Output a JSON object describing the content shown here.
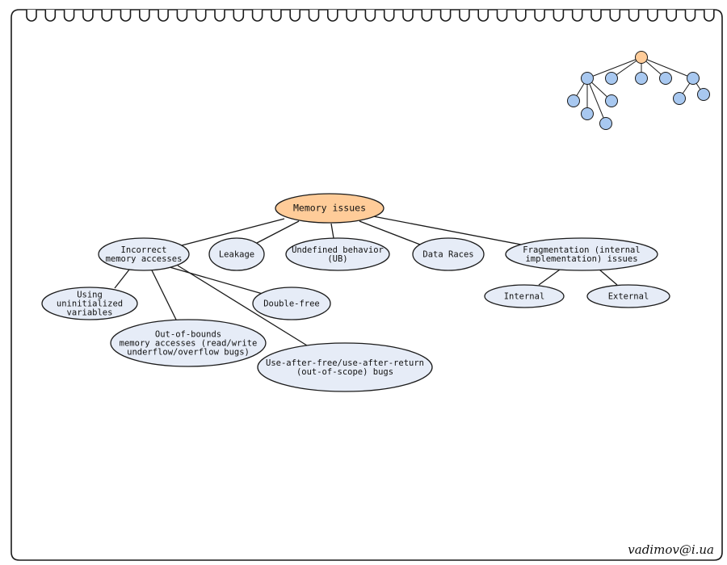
{
  "colors": {
    "root_fill": "#ffcc99",
    "node_fill": "#e6ecf7",
    "stroke": "#1a1a1a",
    "icon_node": "#a8c8f0",
    "icon_root": "#ffcc99"
  },
  "diagram": {
    "root": {
      "id": "memory-issues",
      "lines": [
        "Memory issues"
      ]
    },
    "nodes": [
      {
        "id": "incorrect-memory-accesses",
        "parent": "memory-issues",
        "lines": [
          "Incorrect",
          "memory accesses"
        ]
      },
      {
        "id": "leakage",
        "parent": "memory-issues",
        "lines": [
          "Leakage"
        ]
      },
      {
        "id": "undefined-behavior",
        "parent": "memory-issues",
        "lines": [
          "Undefined behavior",
          "(UB)"
        ]
      },
      {
        "id": "data-races",
        "parent": "memory-issues",
        "lines": [
          "Data Races"
        ]
      },
      {
        "id": "fragmentation",
        "parent": "memory-issues",
        "lines": [
          "Fragmentation (internal",
          "implementation) issues"
        ]
      },
      {
        "id": "using-uninitialized-variables",
        "parent": "incorrect-memory-accesses",
        "lines": [
          "Using",
          "uninitialized",
          "variables"
        ]
      },
      {
        "id": "out-of-bounds",
        "parent": "incorrect-memory-accesses",
        "lines": [
          "Out-of-bounds",
          "memory accesses (read/write",
          "underflow/overflow bugs)"
        ]
      },
      {
        "id": "double-free",
        "parent": "incorrect-memory-accesses",
        "lines": [
          "Double-free"
        ]
      },
      {
        "id": "use-after-free",
        "parent": "incorrect-memory-accesses",
        "lines": [
          "Use-after-free/use-after-return",
          "(out-of-scope) bugs"
        ]
      },
      {
        "id": "internal",
        "parent": "fragmentation",
        "lines": [
          "Internal"
        ]
      },
      {
        "id": "external",
        "parent": "fragmentation",
        "lines": [
          "External"
        ]
      }
    ]
  },
  "footer": {
    "credit": "vadimov@i.ua"
  }
}
